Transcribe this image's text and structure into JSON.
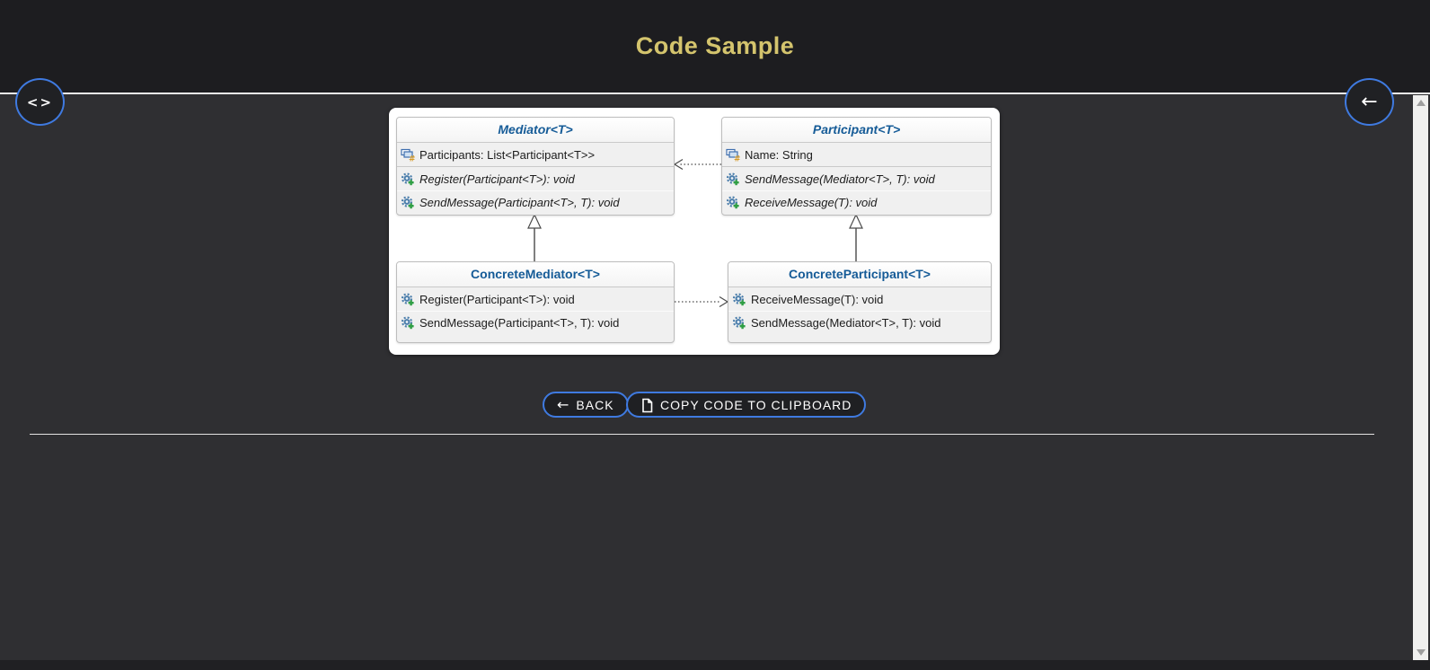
{
  "header": {
    "title": "Code Sample"
  },
  "floating_buttons": {
    "code_toggle_glyph": "<>",
    "back_arrow_glyph": "←"
  },
  "diagram": {
    "classes": [
      {
        "name": "Mediator<T>",
        "stereotype": "abstract",
        "fields": [
          "Participants: List<Participant<T>>"
        ],
        "methods": [
          "Register(Participant<T>): void",
          "SendMessage(Participant<T>, T): void"
        ]
      },
      {
        "name": "Participant<T>",
        "stereotype": "abstract",
        "fields": [
          "Name: String"
        ],
        "methods": [
          "SendMessage(Mediator<T>, T): void",
          "ReceiveMessage(T): void"
        ]
      },
      {
        "name": "ConcreteMediator<T>",
        "stereotype": "concrete",
        "fields": [],
        "methods": [
          "Register(Participant<T>): void",
          "SendMessage(Participant<T>, T): void"
        ]
      },
      {
        "name": "ConcreteParticipant<T>",
        "stereotype": "concrete",
        "fields": [],
        "methods": [
          "ReceiveMessage(T): void",
          "SendMessage(Mediator<T>, T): void"
        ]
      }
    ],
    "relationships": [
      {
        "type": "dependency",
        "from": "Participant<T>",
        "to": "Mediator<T>"
      },
      {
        "type": "inheritance",
        "from": "ConcreteMediator<T>",
        "to": "Mediator<T>"
      },
      {
        "type": "inheritance",
        "from": "ConcreteParticipant<T>",
        "to": "Participant<T>"
      },
      {
        "type": "dependency",
        "from": "ConcreteMediator<T>",
        "to": "ConcreteParticipant<T>"
      }
    ]
  },
  "actions": {
    "back_label": "BACK",
    "copy_label": "COPY CODE TO CLIPBOARD"
  },
  "colors": {
    "accent_gold": "#d4c46d",
    "accent_blue": "#3f7ae0",
    "class_title_blue": "#155b97",
    "header_bg": "#1d1d20",
    "content_bg": "#2f2f32"
  }
}
